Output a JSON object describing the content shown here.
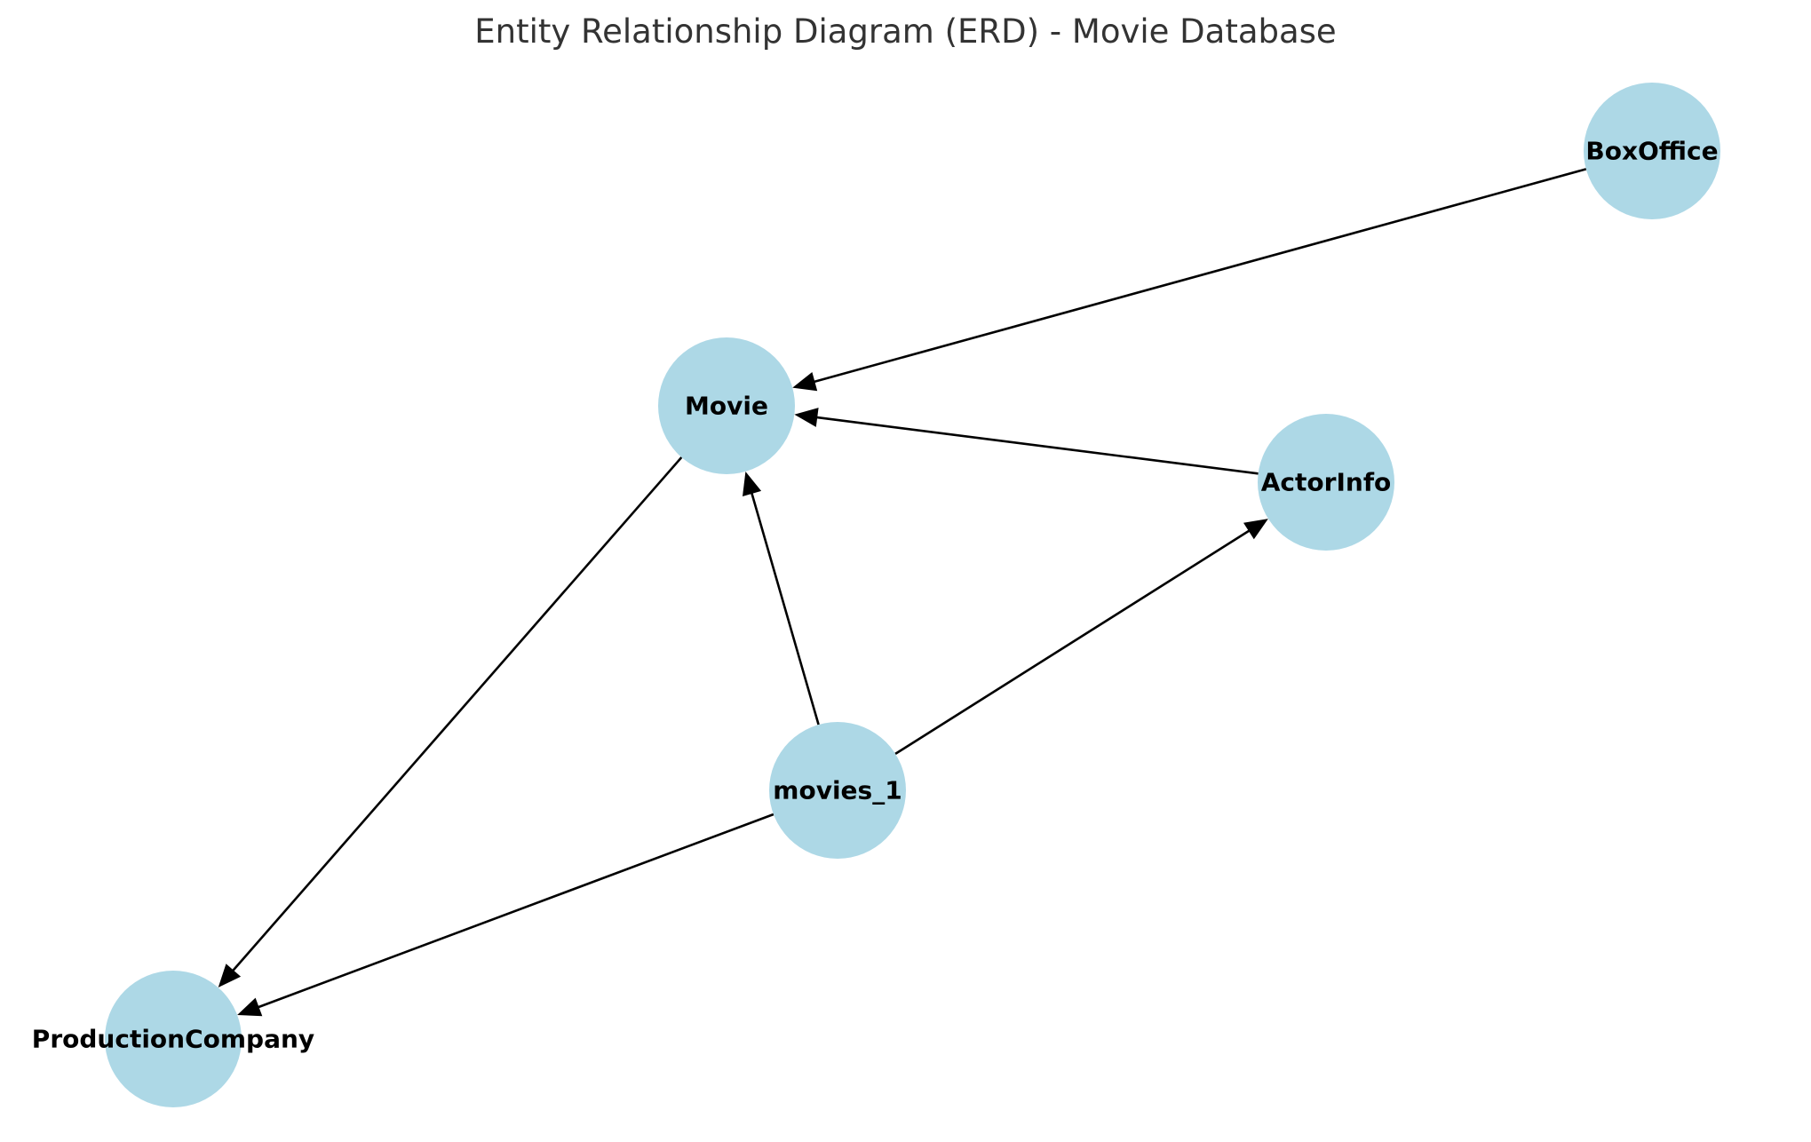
{
  "title": "Entity Relationship Diagram (ERD) - Movie Database",
  "colors": {
    "node_fill": "#add8e6",
    "edge": "#000000",
    "label": "#000000",
    "title": "#333333",
    "background": "#ffffff"
  },
  "nodes": [
    {
      "id": "BoxOffice",
      "label": "BoxOffice"
    },
    {
      "id": "Movie",
      "label": "Movie"
    },
    {
      "id": "ActorInfo",
      "label": "ActorInfo"
    },
    {
      "id": "movies_1",
      "label": "movies_1"
    },
    {
      "id": "ProductionCompany",
      "label": "ProductionCompany"
    }
  ],
  "edges": [
    {
      "from": "BoxOffice",
      "to": "Movie"
    },
    {
      "from": "ActorInfo",
      "to": "Movie"
    },
    {
      "from": "movies_1",
      "to": "Movie"
    },
    {
      "from": "movies_1",
      "to": "ActorInfo"
    },
    {
      "from": "movies_1",
      "to": "ProductionCompany"
    },
    {
      "from": "Movie",
      "to": "ProductionCompany"
    }
  ]
}
